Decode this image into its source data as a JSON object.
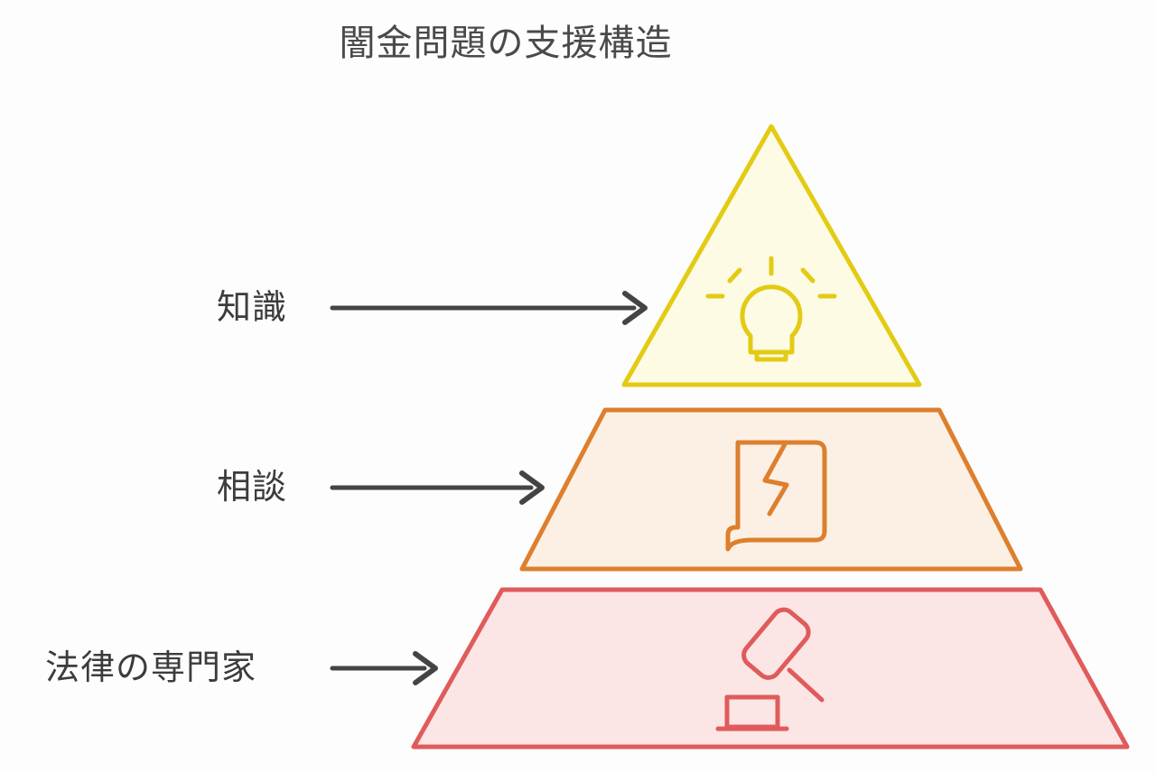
{
  "title": "闇金問題の支援構造",
  "diagram": {
    "type": "pyramid",
    "orientation": "vertical",
    "levels": [
      {
        "id": "knowledge",
        "rank": 1,
        "label": "知識",
        "shape": "triangle",
        "icon": "lightbulb-icon",
        "fill": "#fdfbe4",
        "stroke": "#e3cb14",
        "arrow_label": "arrow-to-knowledge"
      },
      {
        "id": "consultation",
        "rank": 2,
        "label": "相談",
        "shape": "trapezoid",
        "icon": "speech-bubble-icon",
        "fill": "#fcf0e4",
        "stroke": "#dd7f2e",
        "arrow_label": "arrow-to-consultation"
      },
      {
        "id": "legal-expert",
        "rank": 3,
        "label": "法律の専門家",
        "shape": "trapezoid",
        "icon": "gavel-icon",
        "fill": "#fce5e5",
        "stroke": "#e05b5b",
        "arrow_label": "arrow-to-legal-expert"
      }
    ],
    "arrow_color": "#444444",
    "title_color": "#4a4a4a",
    "background": "#fdfdfd"
  }
}
